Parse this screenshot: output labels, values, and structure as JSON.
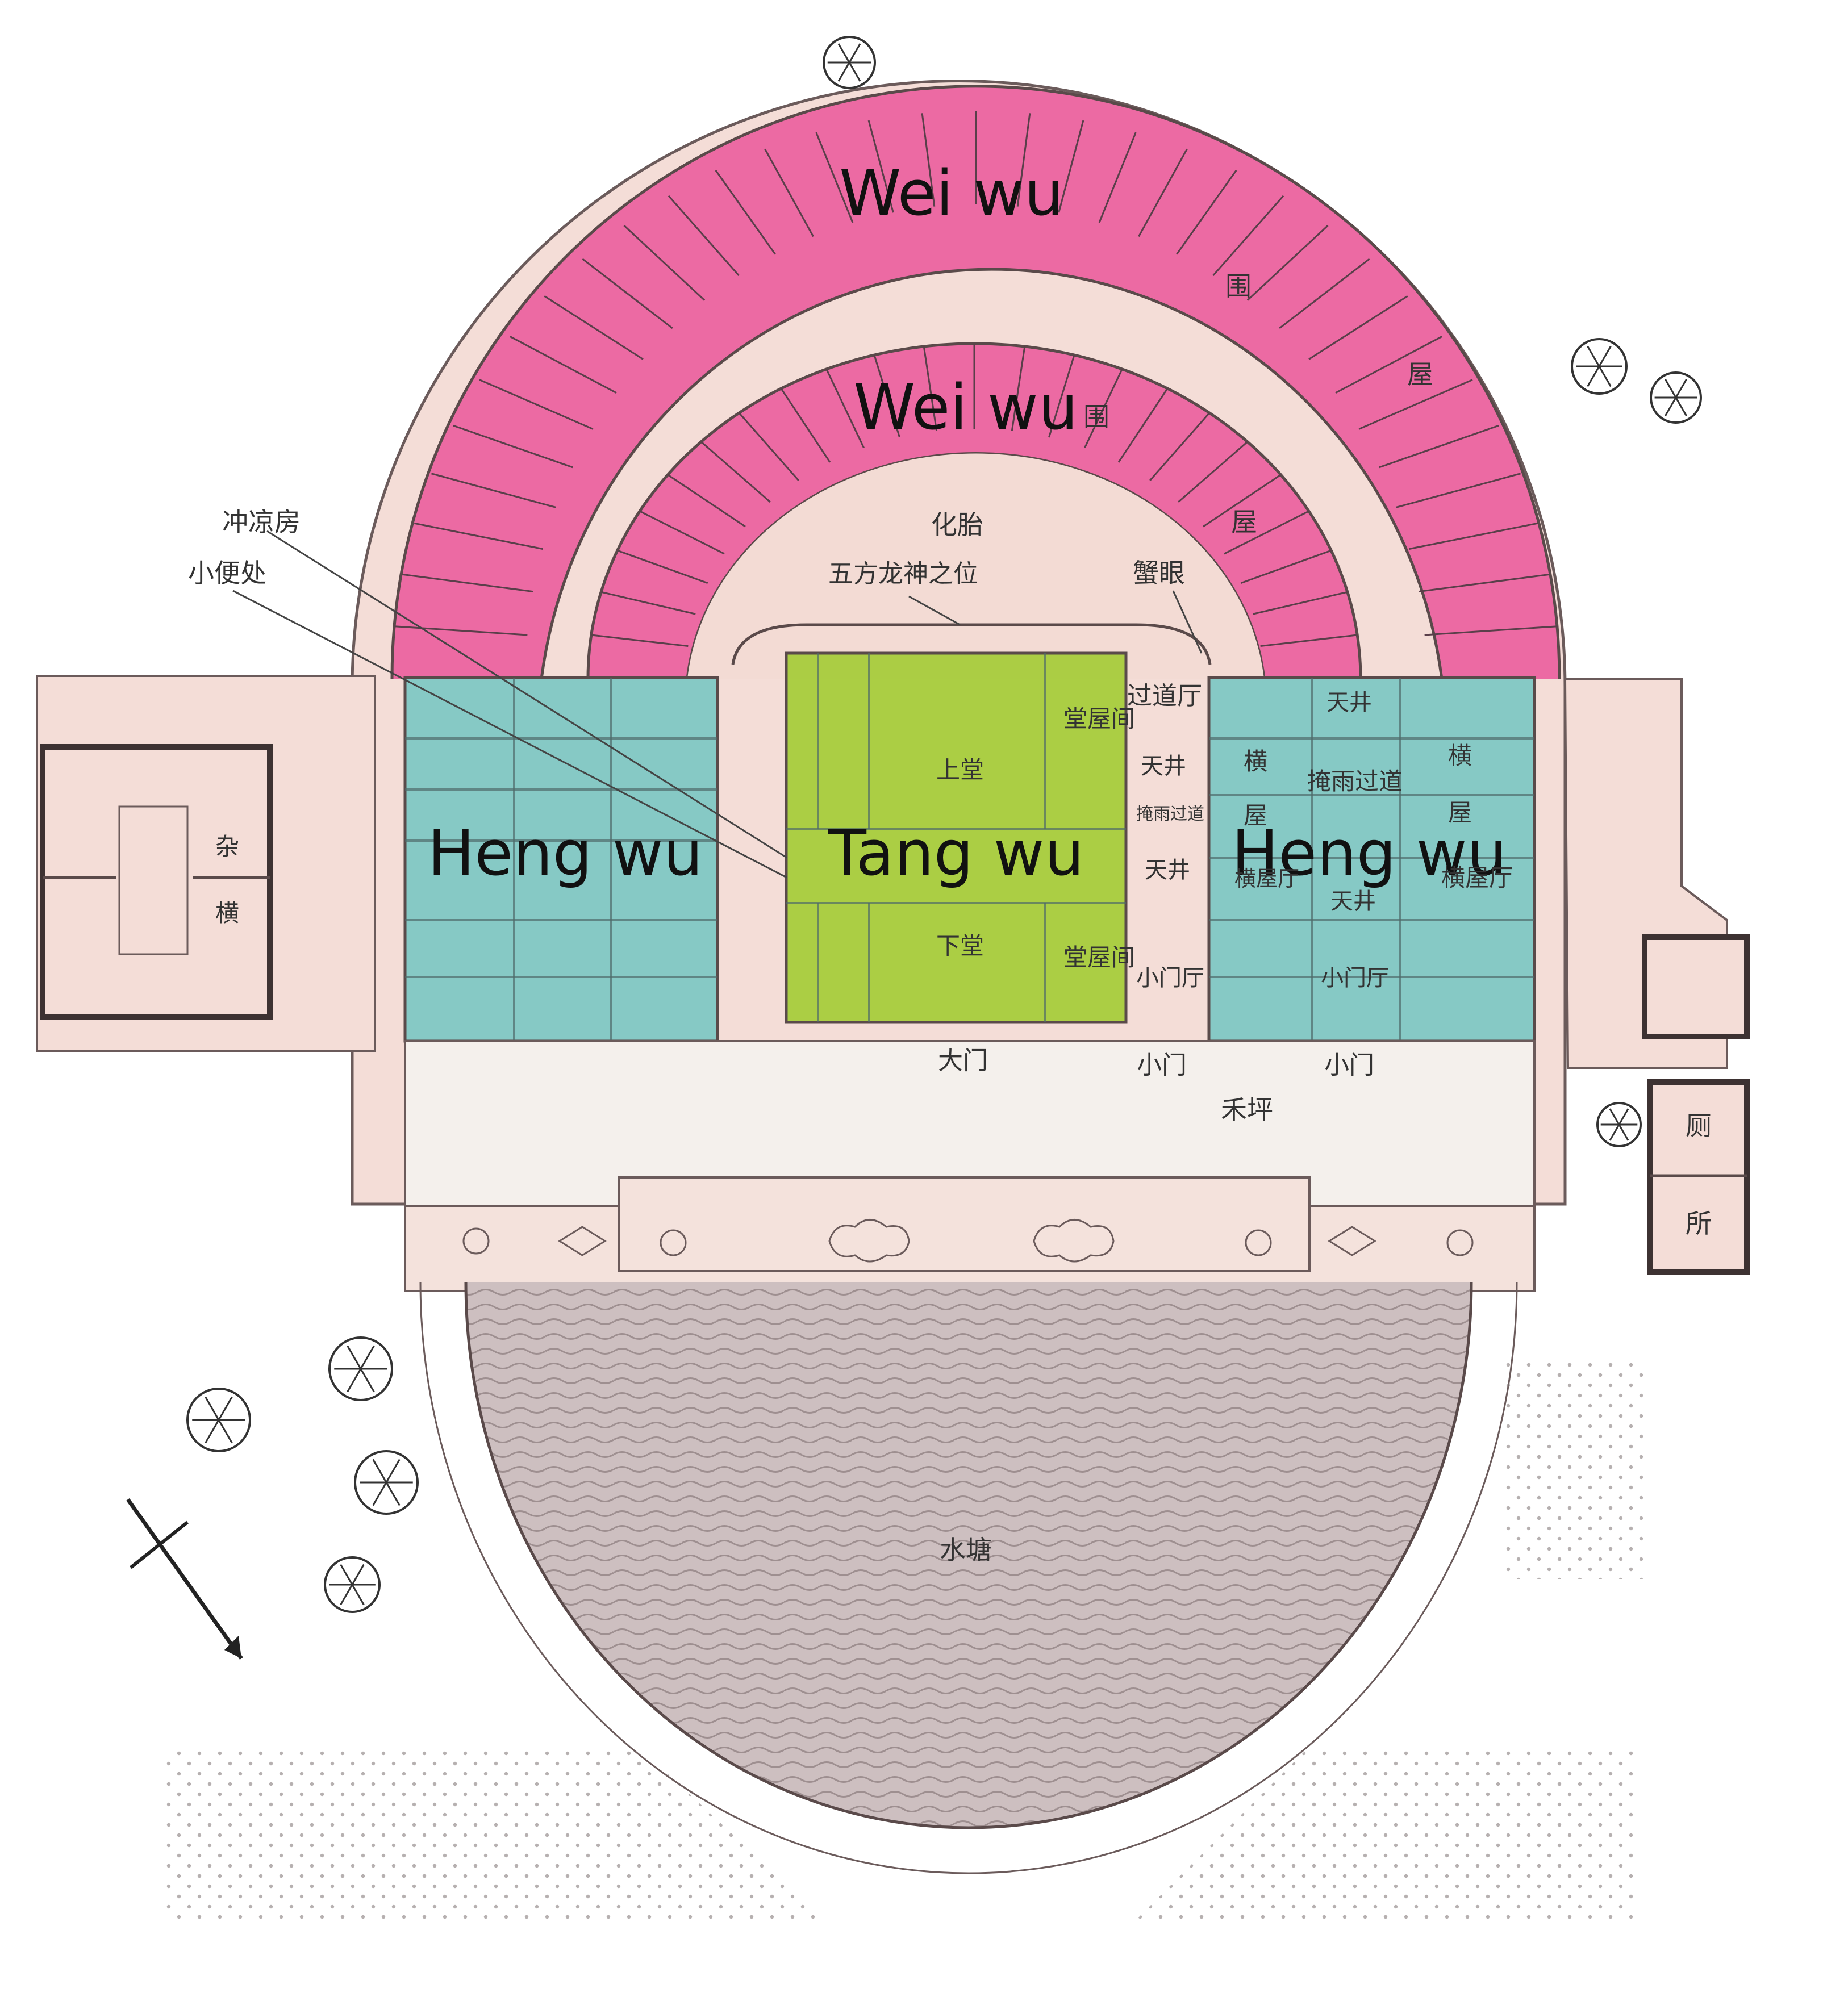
{
  "colors": {
    "wei_wu": "#ea5f9e",
    "heng_wu": "#7fc7c4",
    "tang_wu": "#a7cc3c",
    "ground": "#f7e3de",
    "courtyard": "#f4f0ec",
    "pond": "#c7b9ba",
    "ink": "#4d3f3f"
  },
  "zones": {
    "wei_wu_outer": "Wei wu",
    "wei_wu_inner": "Wei wu",
    "heng_wu_left": "Heng wu",
    "tang_wu": "Tang wu",
    "heng_wu_right": "Heng wu"
  },
  "labels": {
    "chong_liang_fang": "冲凉房",
    "xiao_bian_chu": "小便处",
    "hua_tai": "化胎",
    "wu_fang": "五方龙神之位",
    "xie_yan": "蟹眼",
    "wei_outer_1": "围",
    "wei_outer_2": "屋",
    "wei_inner_1": "围",
    "wei_inner_2": "屋",
    "guo_dao_ting": "过道厅",
    "tang_wu_jian_top": "堂屋间",
    "tang_wu_jian_bottom": "堂屋间",
    "shang_tang": "上堂",
    "xia_tang": "下堂",
    "tian_jing_1": "天井",
    "tian_jing_2": "天井",
    "tian_jing_3": "天井",
    "tian_jing_4": "天井",
    "yan_yu_guo_dao_small": "掩雨过道",
    "yan_yu_guo_dao": "掩雨过道",
    "xiao_men_ting_1": "小门厅",
    "xiao_men_ting_2": "小门厅",
    "heng_left": "横",
    "wu_left": "屋",
    "heng_wu_ting_left": "横屋厅",
    "heng_right": "横",
    "wu_right": "屋",
    "heng_wu_ting_right": "横屋厅",
    "za": "杂",
    "heng_small": "横",
    "da_men": "大门",
    "xiao_men_1": "小门",
    "xiao_men_2": "小门",
    "he_ping": "禾坪",
    "ce": "厕",
    "suo": "所",
    "shui_tang": "水塘"
  },
  "icons": [
    "tree-icon",
    "north-arrow-icon"
  ]
}
